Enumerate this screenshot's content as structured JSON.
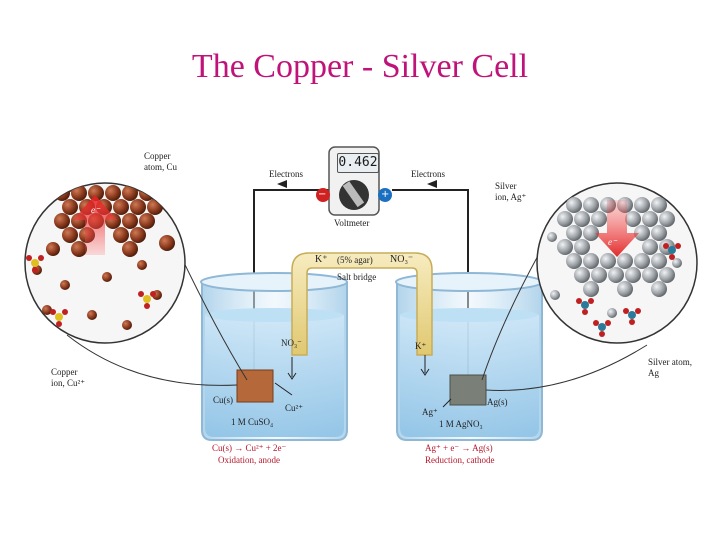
{
  "title": "The Copper - Silver Cell",
  "figure": {
    "voltmeter": {
      "reading": "0.462",
      "label": "Voltmeter",
      "minus": "−",
      "plus": "+"
    },
    "electrons_left": "Electrons",
    "electrons_right": "Electrons",
    "salt_bridge": {
      "k_ion": "K⁺",
      "agar": "(5% agar)",
      "no3_ion": "NO₃⁻",
      "label": "Salt bridge"
    },
    "left_beaker": {
      "no3": "NO₃⁻",
      "electrode": "Cu(s)",
      "ion": "Cu²⁺",
      "solution": "1 M CuSO₄",
      "equation": "Cu(s) → Cu²⁺ + 2e⁻",
      "process": "Oxidation, anode"
    },
    "right_beaker": {
      "k": "K⁺",
      "electrode": "Ag(s)",
      "ion": "Ag⁺",
      "solution": "1 M AgNO₃",
      "equation": "Ag⁺ + e⁻ → Ag(s)",
      "process": "Reduction, cathode"
    },
    "left_zoom": {
      "atom_label": [
        "Copper",
        "atom, Cu"
      ],
      "ion_label": [
        "Copper",
        "ion, Cu²⁺"
      ],
      "electron": "e⁻"
    },
    "right_zoom": {
      "ion_label": [
        "Silver",
        "ion, Ag⁺"
      ],
      "atom_label": [
        "Silver atom,",
        "Ag"
      ],
      "electron": "e⁻"
    }
  },
  "colors": {
    "title": "#c0137a",
    "copper": "#8b3a1e",
    "silver": "#9ea3a8",
    "solution": "#a9d3ef",
    "salt_bridge": "#f0dd9a",
    "equation_text": "#b5172c"
  }
}
